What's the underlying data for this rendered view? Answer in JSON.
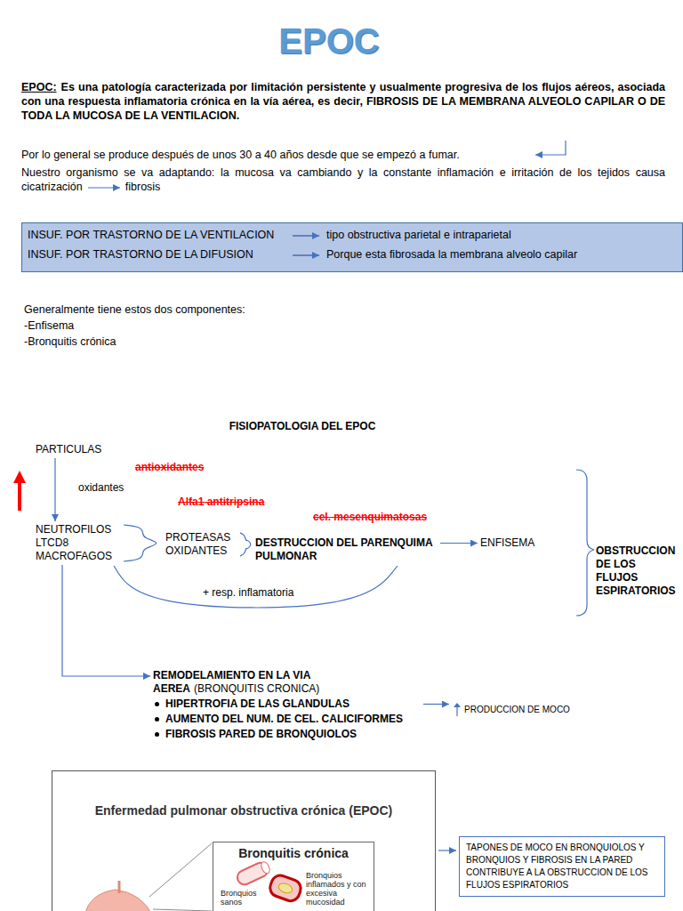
{
  "diagram": {
    "title": "EPOC",
    "nodes": [
      {
        "text": [
          "INSUF. POR TRASTORNO DE LA VENTILACION",
          "tipo obstructiva parietal e intraparietal",
          "INSUF. POR TRASTORNO DE LA DIFUSION",
          "Porque esta fibrosada la membrana alveolo capilar"
        ]
      },
      {
        "text": [
          "PARTICULAS"
        ]
      },
      {
        "text": [
          "NEUTROFILOS LTCD8 MACROFAGOS"
        ]
      },
      {
        "text": [
          "PROTEASAS OXIDANTES"
        ]
      },
      {
        "text": [
          "DESTRUCCION DEL PARENQUIMA PULMONAR"
        ]
      },
      {
        "text": [
          "ENFISEMA"
        ]
      },
      {
        "text": [
          "OBSTRUCCION DE LOS FLUJOS ESPIRATORIOS"
        ]
      },
      {
        "text": [
          "REMODELAMIENTO EN LA VIA AEREA",
          "(BRONQUITIS CRONICA)",
          "HIPERTROFIA DE LAS GLANDULAS",
          "AUMENTO DEL NUM. DE CEL. CALICIFORMES",
          "FIBROSIS PARED DE BRONQUIOLOS"
        ]
      },
      {
        "text": [
          "PRODUCCION DE MOCO"
        ]
      },
      {
        "text": [
          "Enfermedad pulmonar obstructiva crónica (EPOC)"
        ]
      },
      {
        "text": [
          "Bronquitis crónica",
          "Bronquios sanos",
          "Bronquios inflamados y con excesiva mucosidad"
        ],
        "in": 9
      },
      {
        "text": [
          "TAPONES DE MOCO EN BRONQUIOLOS Y BRONQUIOS Y FIBROSIS EN LA PARED CONTRIBUYE A LA OBSTRUCCION DE LOS FLUJOS ESPIRATORIOS"
        ]
      }
    ],
    "edges": [
      {
        "from": 1,
        "to": 2,
        "arrow": "to",
        "label": "oxidantes"
      },
      {
        "from": 2,
        "to": 3,
        "arrow": "none"
      },
      {
        "from": 3,
        "to": 4,
        "arrow": "none"
      },
      {
        "from": 4,
        "to": 5,
        "arrow": "to"
      },
      {
        "from": 2,
        "to": 4,
        "arrow": "none",
        "label": "+ resp. inflamatoria"
      },
      {
        "from": 2,
        "to": 7,
        "arrow": "to"
      },
      {
        "from": 7,
        "to": 8,
        "arrow": "to"
      },
      {
        "from": 9,
        "to": 11,
        "arrow": "to"
      }
    ],
    "labels": [
      "EPOC:",
      "Es una patología caracterizada por limitación persistente y usualmente progresiva de los flujos aéreos, asociada con una respuesta inflamatoria crónica en la vía aérea, es decir, FIBROSIS DE LA MEMBRANA ALVEOLO CAPILAR O DE TODA LA MUCOSA DE LA VENTILACION.",
      "Por lo general se produce después de unos 30 a 40 años desde que se empezó a fumar.",
      "Nuestro organismo se va adaptando: la mucosa va cambiando y la constante inflamación e irritación de los tejidos causa cicatrización",
      "fibrosis",
      "Generalmente tiene estos dos componentes:",
      "-Enfisema",
      "-Bronquitis crónica",
      "FISIOPATOLOGIA DEL EPOC",
      "antioxidantes",
      "Alfa1 antitripsina",
      "cel. mesenquimatosas"
    ]
  }
}
